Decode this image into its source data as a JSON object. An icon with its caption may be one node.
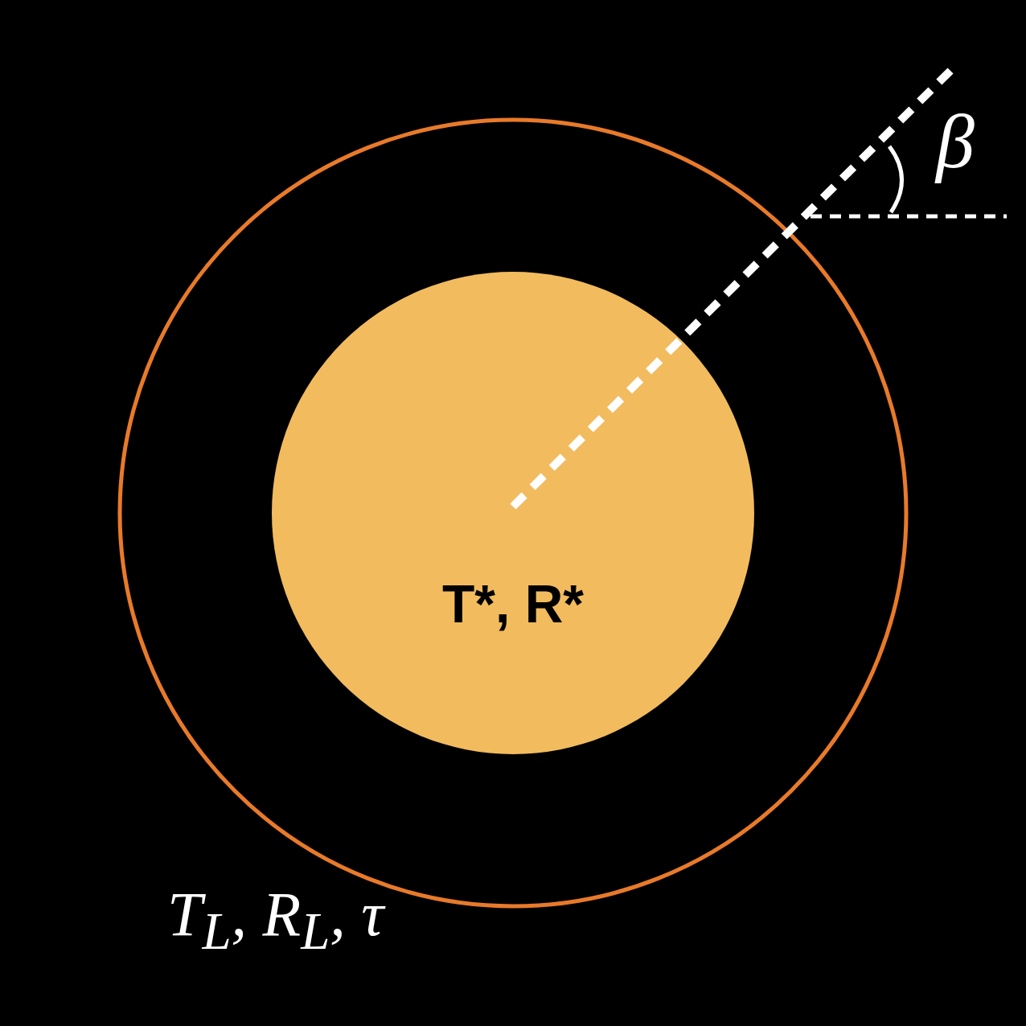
{
  "diagram": {
    "nodes": [
      {
        "text": [
          "T$_{L}$, R$_{L}$, τ"
        ]
      },
      {
        "text": [
          "T*, R*"
        ],
        "in": 0
      }
    ],
    "labels": [
      "β"
    ]
  }
}
